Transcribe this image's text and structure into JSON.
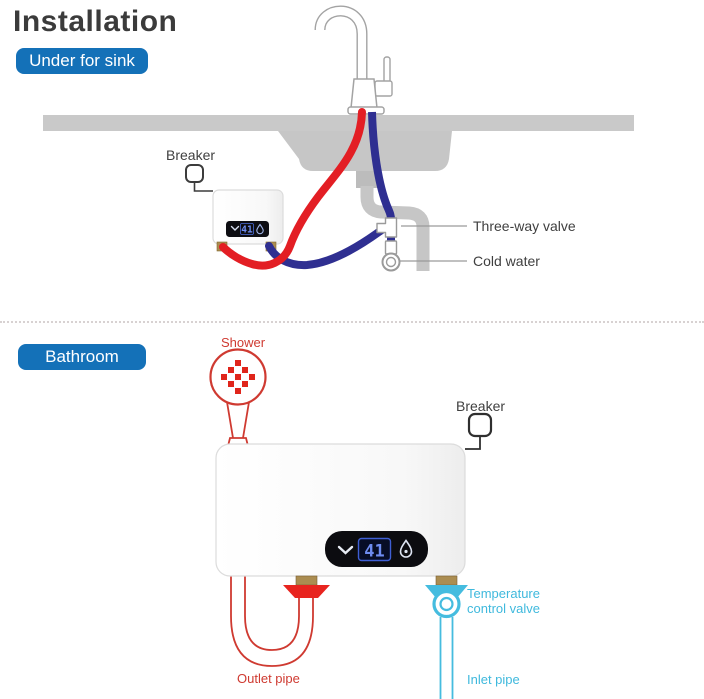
{
  "page": {
    "title": "Installation"
  },
  "under_sink": {
    "badge": "Under for sink",
    "breaker": "Breaker",
    "three_way_valve": "Three-way valve",
    "cold_water": "Cold water",
    "display_temp": "41"
  },
  "bathroom": {
    "badge": "Bathroom",
    "shower": "Shower",
    "breaker": "Breaker",
    "temp_control_valve": "Temperature control valve",
    "inlet_pipe": "Inlet pipe",
    "outlet_pipe": "Outlet pipe",
    "display_temp": "41"
  },
  "colors": {
    "badge_blue": "#1471b8",
    "hot_pipe_red": "#e31e24",
    "cold_pipe_blue": "#2f2f91",
    "cyan_accent": "#45bcdf",
    "red_outline": "#cf3a31",
    "counter_gray": "#c9c9c9",
    "display_digit_blue": "#6e8cf0"
  }
}
